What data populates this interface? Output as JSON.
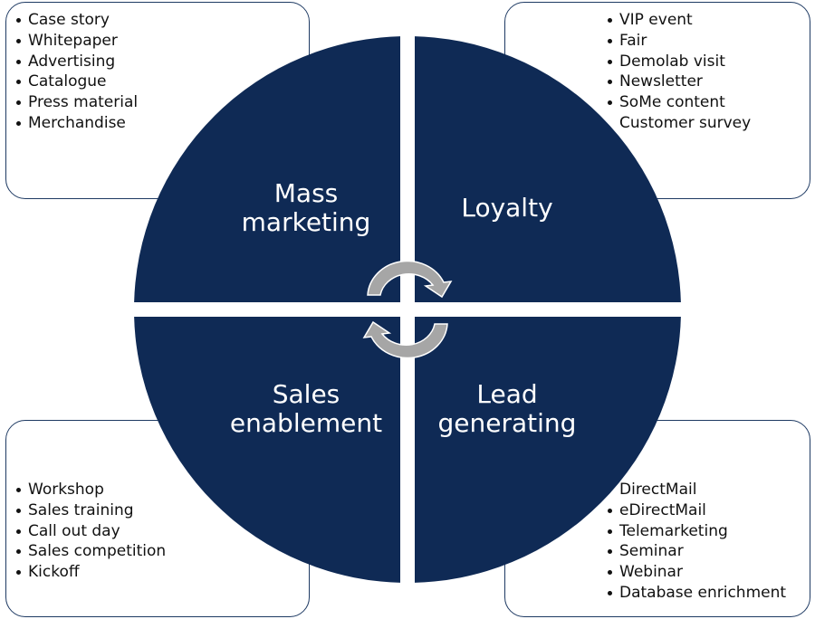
{
  "colors": {
    "quadrant": "#0f2a55",
    "arrow": "#a6a6a6",
    "box_border": "#1e3a63"
  },
  "quadrants": {
    "mass_marketing": "Mass\nmarketing",
    "loyalty": "Loyalty",
    "sales_enablement": "Sales\nenablement",
    "lead_generating": "Lead\ngenerating"
  },
  "lists": {
    "mass_marketing": {
      "bulleted": true,
      "items": [
        "Case story",
        "Whitepaper",
        "Advertising",
        "Catalogue",
        "Press material",
        "Merchandise"
      ]
    },
    "loyalty": {
      "items": [
        "VIP event",
        "Fair",
        "Demolab visit",
        "Newsletter",
        "SoMe content",
        "Customer survey"
      ],
      "bullets": [
        true,
        true,
        true,
        true,
        true,
        false
      ]
    },
    "sales_enablement": {
      "bulleted": true,
      "items": [
        "Workshop",
        "Sales training",
        "Call out day",
        "Sales competition",
        "Kickoff"
      ]
    },
    "lead_generating": {
      "items": [
        "DirectMail",
        "eDirectMail",
        "Telemarketing",
        "Seminar",
        "Webinar",
        "Database enrichment"
      ],
      "bullets": [
        false,
        true,
        true,
        true,
        true,
        true
      ]
    }
  },
  "icons": {
    "cycle_top": "curved-arrow-clockwise-icon",
    "cycle_bottom": "curved-arrow-counterclockwise-icon"
  }
}
